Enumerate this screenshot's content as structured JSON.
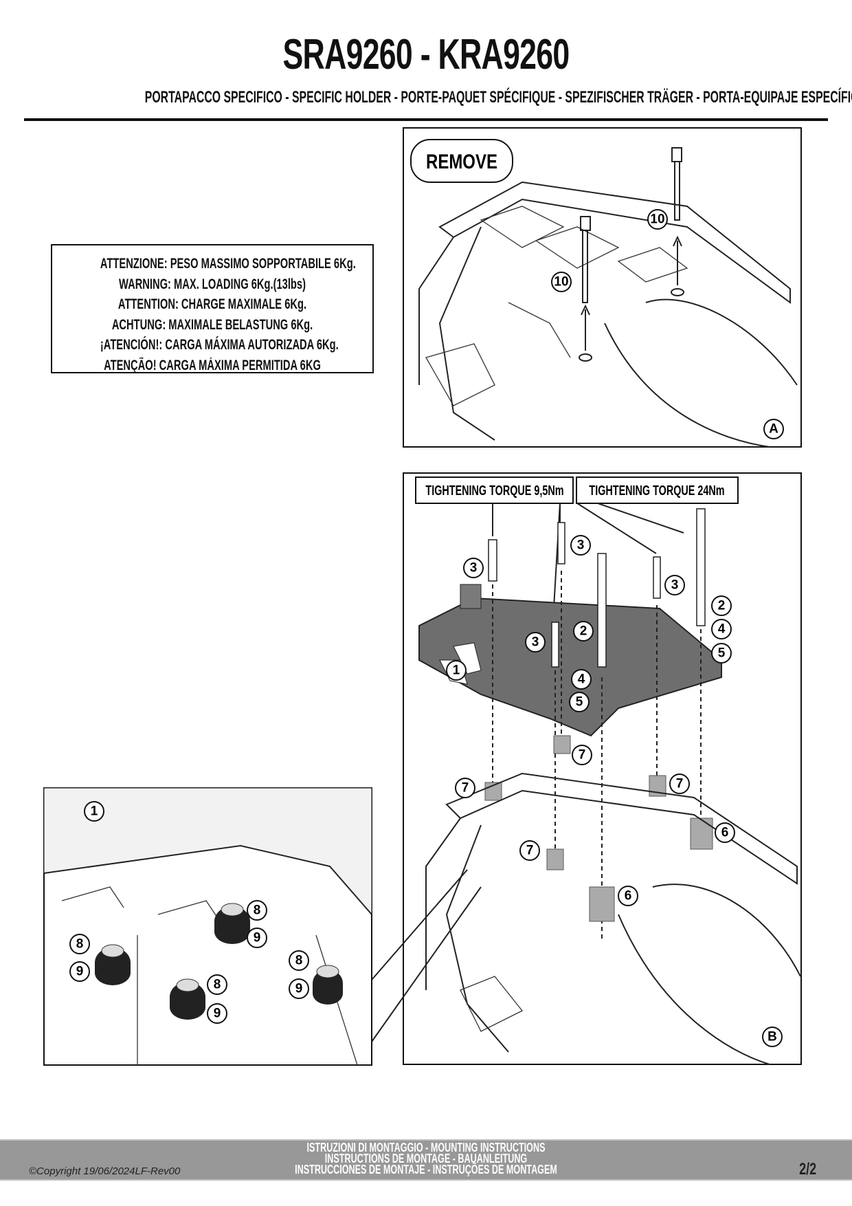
{
  "header": {
    "title": "SRA9260 - KRA9260",
    "subtitle": "PORTAPACCO SPECIFICO - SPECIFIC HOLDER - PORTE-PAQUET SPÉCIFIQUE - SPEZIFISCHER TRÄGER - PORTA-EQUIPAJE ESPECÍFICO"
  },
  "warning": [
    "ATTENZIONE: PESO MASSIMO SOPPORTABILE 6Kg.",
    "WARNING: MAX. LOADING 6Kg.(13lbs)",
    "ATTENTION: CHARGE MAXIMALE 6Kg.",
    "ACHTUNG: MAXIMALE BELASTUNG 6Kg.",
    "¡ATENCIÓN!: CARGA MÁXIMA AUTORIZADA 6Kg.",
    "ATENÇÃO! CARGA MÁXIMA PERMITIDA 6KG"
  ],
  "panel_a": {
    "remove_label": "REMOVE",
    "step": "A",
    "callouts": [
      "10",
      "10"
    ]
  },
  "panel_b": {
    "torque_1": "TIGHTENING TORQUE 9,5Nm",
    "torque_2": "TIGHTENING TORQUE 24Nm",
    "step": "B",
    "callouts": [
      "3",
      "3",
      "3",
      "3",
      "2",
      "2",
      "4",
      "5",
      "4",
      "5",
      "1",
      "7",
      "7",
      "7",
      "7",
      "6",
      "6"
    ]
  },
  "inset": {
    "callouts": [
      "1",
      "8",
      "9",
      "8",
      "9",
      "8",
      "9",
      "8",
      "9"
    ]
  },
  "footer": {
    "copyright": "©Copyright 19/06/2024LF-Rev00",
    "lines": [
      "ISTRUZIONI DI MONTAGGIO  -  MOUNTING INSTRUCTIONS",
      "INSTRUCTIONS DE MONTAGE - BAUANLEITUNG",
      "INSTRUCCIONES DE MONTAJE - INSTRUÇÕES DE MONTAGEM"
    ],
    "page": "2/2"
  }
}
